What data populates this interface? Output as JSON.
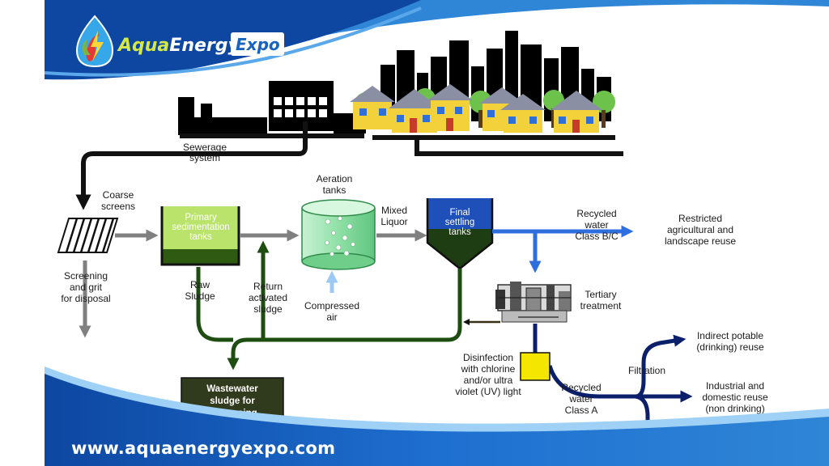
{
  "brand": {
    "name_part1": "AquaEnergy",
    "name_part2": "Expo",
    "website": "www.aquaenergyexpo.com"
  },
  "labels": {
    "sewerage_system": [
      "Sewerage",
      "system"
    ],
    "coarse_screens": [
      "Coarse",
      "screens"
    ],
    "primary_tanks": [
      "Primary",
      "sedimentation",
      "tanks"
    ],
    "aeration_tanks": [
      "Aeration",
      "tanks"
    ],
    "mixed_liquor": [
      "Mixed",
      "Liquor"
    ],
    "final_settling": [
      "Final",
      "settling",
      "tanks"
    ],
    "recycled_bc": [
      "Recycled",
      "water",
      "Class B/C"
    ],
    "restricted_reuse": [
      "Restricted",
      "agricultural and",
      "landscape reuse"
    ],
    "screening_grit": [
      "Screening",
      "and grit",
      "for disposal"
    ],
    "raw_sludge": [
      "Raw",
      "Sludge"
    ],
    "return_sludge": [
      "Return",
      "activated",
      "sludge"
    ],
    "compressed_air": [
      "Compressed",
      "air"
    ],
    "tertiary": [
      "Tertiary",
      "treatment"
    ],
    "disinfection": [
      "Disinfection",
      "with chlorine",
      "and/or ultra",
      "violet (UV) light"
    ],
    "recycled_a": [
      "Recycled",
      "water",
      "Class A"
    ],
    "filtration": [
      "Filtration"
    ],
    "indirect_potable": [
      "Indirect potable",
      "(drinking) reuse"
    ],
    "industrial_domestic": [
      "Industrial and",
      "domestic reuse",
      "(non drinking)"
    ],
    "sludge_box": [
      "Wastewater",
      "sludge for",
      "processing"
    ]
  },
  "colors": {
    "brand_blue": "#1565c0",
    "wave_light": "#2f86d6",
    "wave_dark": "#0d47a1",
    "sludge_green": "#1e4d12",
    "tank_green": "#4a8a1e",
    "recycled_blue": "#2e6fe0",
    "navy": "#0b1f6b",
    "disinfection_yellow": "#f5e600",
    "arrow_grey": "#808080"
  }
}
